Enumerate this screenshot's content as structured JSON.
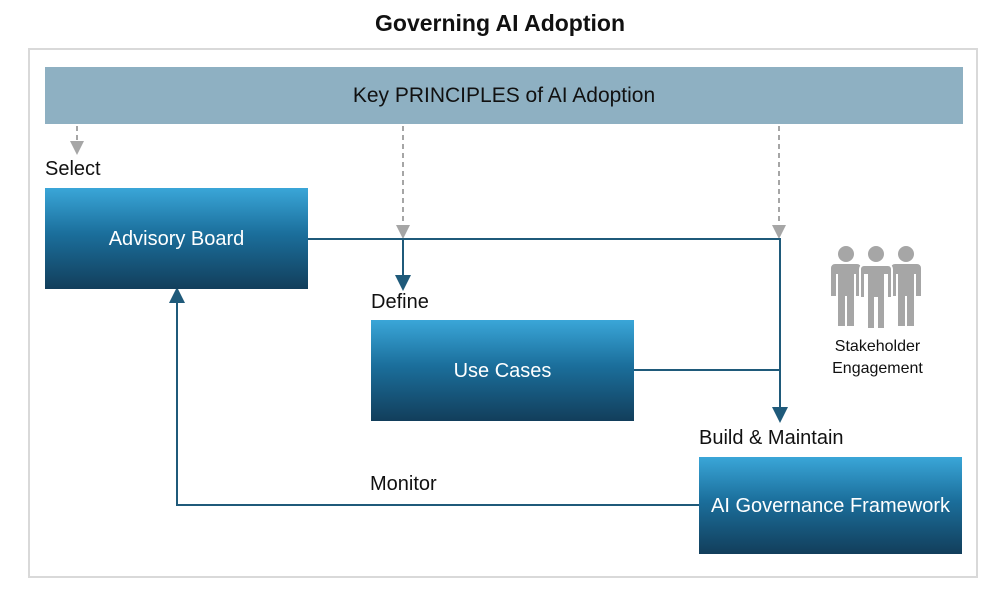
{
  "title": "Governing AI Adoption",
  "banner": "Key PRINCIPLES of AI Adoption",
  "stages": {
    "select": {
      "label": "Select",
      "box": "Advisory Board"
    },
    "define": {
      "label": "Define",
      "box": "Use Cases"
    },
    "build": {
      "label": "Build & Maintain",
      "box": "AI Governance Framework"
    }
  },
  "monitor_label": "Monitor",
  "stakeholder": {
    "line1": "Stakeholder",
    "line2": "Engagement"
  },
  "colors": {
    "banner": "#8eb0c2",
    "connector": "#1f5a7a",
    "dashed": "#a6a6a6",
    "people": "#a6a6a6",
    "box_top": "#3aa6d8",
    "box_bottom": "#123e5b"
  }
}
